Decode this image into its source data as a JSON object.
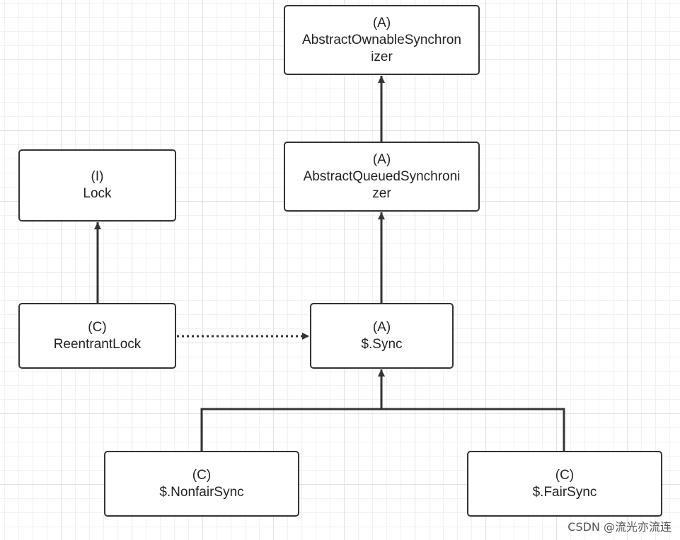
{
  "nodes": {
    "aos": {
      "stereotype": "(A)",
      "name_line1": "AbstractOwnableSynchron",
      "name_line2": "izer"
    },
    "aqs": {
      "stereotype": "(A)",
      "name_line1": "AbstractQueuedSynchroni",
      "name_line2": "zer"
    },
    "lock": {
      "stereotype": "(I)",
      "name": "Lock"
    },
    "reentrant_lock": {
      "stereotype": "(C)",
      "name": "ReentrantLock"
    },
    "sync": {
      "stereotype": "(A)",
      "name": "$.Sync"
    },
    "nonfair_sync": {
      "stereotype": "(C)",
      "name": "$.NonfairSync"
    },
    "fair_sync": {
      "stereotype": "(C)",
      "name": "$.FairSync"
    }
  },
  "edges": [
    {
      "from": "reentrant_lock",
      "to": "lock",
      "style": "solid"
    },
    {
      "from": "aqs",
      "to": "aos",
      "style": "solid"
    },
    {
      "from": "sync",
      "to": "aqs",
      "style": "solid"
    },
    {
      "from": "reentrant_lock",
      "to": "sync",
      "style": "dotted"
    },
    {
      "from": "nonfair_sync",
      "to": "sync",
      "style": "solid"
    },
    {
      "from": "fair_sync",
      "to": "sync",
      "style": "solid"
    }
  ],
  "watermark": "CSDN @流光亦流连",
  "colors": {
    "stroke": "#333333",
    "grid": "#e2e2e2",
    "background": "#ffffff"
  }
}
